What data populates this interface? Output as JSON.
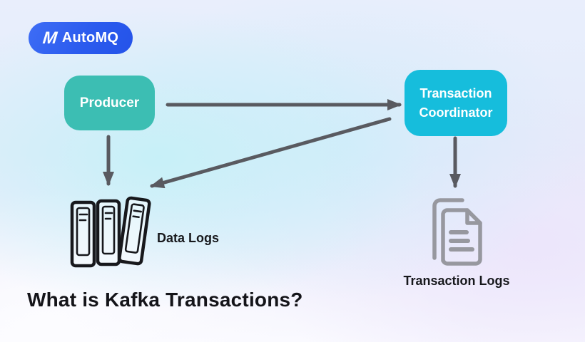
{
  "brand": {
    "name": "AutoMQ",
    "logo_glyph": "M",
    "pill_colors": [
      "#3E6DF5",
      "#2453E9"
    ],
    "text_color": "#FFFFFF"
  },
  "title": "What is Kafka Transactions?",
  "diagram": {
    "arrow_color": "#595A60",
    "nodes": [
      {
        "id": "producer",
        "label": "Producer",
        "color": "#3CBEB3",
        "text_color": "#FFFFFF"
      },
      {
        "id": "transaction-coordinator",
        "label": "Transaction Coordinator",
        "label_lines": [
          "Transaction",
          "Coordinator"
        ],
        "color": "#16BDDC",
        "text_color": "#FFFFFF"
      }
    ],
    "stores": [
      {
        "id": "data-logs",
        "label": "Data Logs",
        "icon": "log-binders-icon",
        "icon_color": "#17181C"
      },
      {
        "id": "transaction-logs",
        "label": "Transaction Logs",
        "icon": "documents-icon",
        "icon_color": "#97989F"
      }
    ],
    "edges": [
      {
        "from": "producer",
        "to": "transaction-coordinator"
      },
      {
        "from": "producer",
        "to": "data-logs"
      },
      {
        "from": "transaction-coordinator",
        "to": "data-logs"
      },
      {
        "from": "transaction-coordinator",
        "to": "transaction-logs"
      }
    ]
  }
}
